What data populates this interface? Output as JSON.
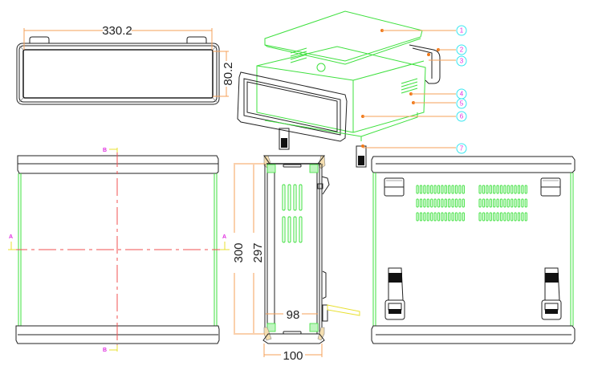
{
  "drawing": {
    "type": "cad-technical-drawing",
    "subject": "enclosure-case",
    "colors": {
      "outline": "#222222",
      "inner_panel": "#3ee03e",
      "dimension": "#f6a05a",
      "centerline": "#f05050",
      "section_marker": "#e8e030",
      "callout_circle": "#38e6f0",
      "callout_text": "#e030e0",
      "leader_dot": "#f07818"
    }
  },
  "front_view": {
    "dim_width": "330.2",
    "dim_height": "80.2"
  },
  "exploded_view": {
    "callouts": [
      "1",
      "2",
      "3",
      "4",
      "5",
      "6",
      "7"
    ]
  },
  "top_view": {
    "section_marks": {
      "b_top": "B",
      "b_bottom": "B",
      "a_left": "A",
      "a_right": "A"
    }
  },
  "side_view": {
    "dim_outer_length": "300",
    "dim_inner_length": "297",
    "dim_inner_width": "98",
    "dim_outer_width": "100"
  },
  "bottom_view": {
    "vent_rows": 3,
    "vent_slots_per_group": 14,
    "feet": 2,
    "handles": 2
  }
}
